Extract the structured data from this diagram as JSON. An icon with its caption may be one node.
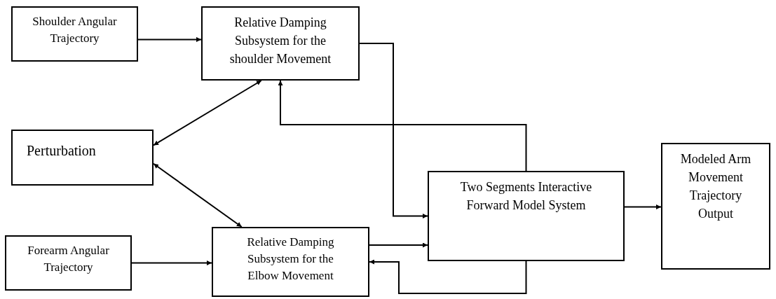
{
  "diagram": {
    "nodes": [
      {
        "text": [
          "Shoulder Angular Trajectory"
        ]
      },
      {
        "text": [
          "Relative Damping Subsystem for the shoulder Movement"
        ]
      },
      {
        "text": [
          "Perturbation"
        ]
      },
      {
        "text": [
          "Forearm Angular Trajectory"
        ]
      },
      {
        "text": [
          "Relative Damping Subsystem for the Elbow Movement"
        ]
      },
      {
        "text": [
          "Two Segments Interactive Forward Model System"
        ]
      },
      {
        "text": [
          "Modeled Arm Movement Trajectory Output"
        ]
      }
    ],
    "edges": [
      {
        "from": 0,
        "to": 1,
        "arrow": "to"
      },
      {
        "from": 1,
        "to": 2,
        "arrow": "both"
      },
      {
        "from": 2,
        "to": 4,
        "arrow": "both"
      },
      {
        "from": 3,
        "to": 4,
        "arrow": "to"
      },
      {
        "from": 1,
        "to": 5,
        "arrow": "to"
      },
      {
        "from": 4,
        "to": 5,
        "arrow": "to"
      },
      {
        "from": 5,
        "to": 1,
        "arrow": "to"
      },
      {
        "from": 5,
        "to": 4,
        "arrow": "to"
      },
      {
        "from": 5,
        "to": 6,
        "arrow": "to"
      }
    ]
  }
}
